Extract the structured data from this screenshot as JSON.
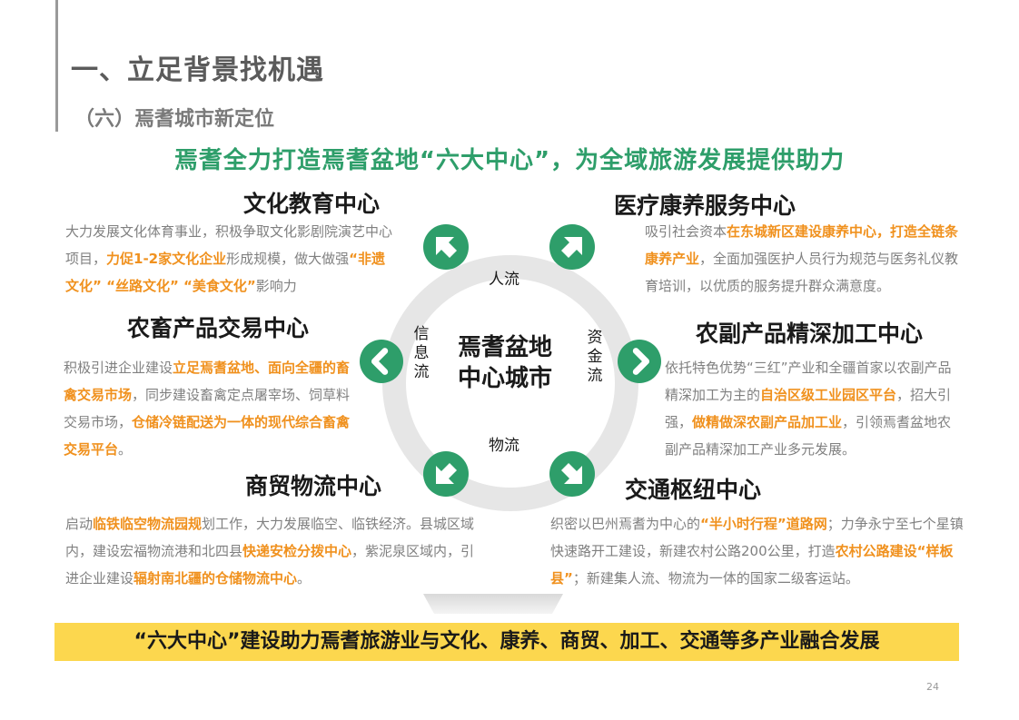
{
  "header": {
    "title": "一、立足背景找机遇",
    "subtitle": "（六）焉耆城市新定位"
  },
  "headline": "焉耆全力打造焉耆盆地“六大中心”，为全域旅游发展提供助力",
  "center": {
    "line1": "焉耆盆地",
    "line2": "中心城市"
  },
  "flows": {
    "top": "人流",
    "bottom": "物流",
    "left": "信息流",
    "right": "资金流"
  },
  "colors": {
    "green": "#2e9e6a",
    "ring": "#e6e6e6",
    "highlight": "#f0911e",
    "banner": "#fcd74e"
  },
  "icons": {
    "top_left": "arrow-up-left-icon",
    "top_right": "arrow-up-right-icon",
    "left": "arrow-left-icon",
    "right": "arrow-right-icon",
    "bottom_left": "arrow-down-left-icon",
    "bottom_right": "arrow-down-right-icon"
  },
  "centers": {
    "culture": {
      "title": "文化教育中心",
      "text": [
        {
          "t": "大力发展文化体育事业，积极争取文化影剧院演艺中心项目，"
        },
        {
          "t": "力促1-2家文化企业",
          "h": true
        },
        {
          "t": "形成规模，做大做强"
        },
        {
          "t": "“非遗文化” “丝路文化” “美食文化”",
          "h": true
        },
        {
          "t": "影响力"
        }
      ]
    },
    "health": {
      "title": "医疗康养服务中心",
      "text": [
        {
          "t": "吸引社会资本"
        },
        {
          "t": "在东城新区建设康养中心，打造全链条康养产业",
          "h": true
        },
        {
          "t": "，全面加强医护人员行为规范与医务礼仪教育培训，以优质的服务提升群众满意度。"
        }
      ]
    },
    "livestock": {
      "title": "农畜产品交易中心",
      "text": [
        {
          "t": "积极引进企业建设"
        },
        {
          "t": "立足焉耆盆地、面向全疆的畜禽交易市场",
          "h": true
        },
        {
          "t": "，同步建设畜禽定点屠宰场、饲草料交易市场，"
        },
        {
          "t": "仓储冷链配送为一体的现代综合畜禽交易平台",
          "h": true
        },
        {
          "t": "。"
        }
      ]
    },
    "processing": {
      "title": "农副产品精深加工中心",
      "text": [
        {
          "t": "依托特色优势“三红”产业和全疆首家以农副产品精深加工为主的"
        },
        {
          "t": "自治区级工业园区平台",
          "h": true
        },
        {
          "t": "，招大引强，"
        },
        {
          "t": "做精做深农副产品加工业",
          "h": true
        },
        {
          "t": "，引领焉耆盆地农副产品精深加工产业多元发展。"
        }
      ]
    },
    "logistics": {
      "title": "商贸物流中心",
      "text": [
        {
          "t": "启动"
        },
        {
          "t": "临铁临空物流园规",
          "h": true
        },
        {
          "t": "划工作，大力发展临空、临铁经济。县城区域内，建设宏福物流港和北四县"
        },
        {
          "t": "快递安检分拨中心",
          "h": true
        },
        {
          "t": "，紫泥泉区域内，引进企业建设"
        },
        {
          "t": "辐射南北疆的仓储物流中心",
          "h": true
        },
        {
          "t": "。"
        }
      ]
    },
    "transport": {
      "title": "交通枢纽中心",
      "text": [
        {
          "t": "织密以巴州焉耆为中心的"
        },
        {
          "t": "“半小时行程”道路网",
          "h": true
        },
        {
          "t": "；力争永宁至七个星镇快速路开工建设，新建农村公路200公里，打造"
        },
        {
          "t": "农村公路建设“样板县”",
          "h": true
        },
        {
          "t": "；新建集人流、物流为一体的国家二级客运站。"
        }
      ]
    }
  },
  "banner": "“六大中心”建设助力焉耆旅游业与文化、康养、商贸、加工、交通等多产业融合发展",
  "page_number": "24"
}
